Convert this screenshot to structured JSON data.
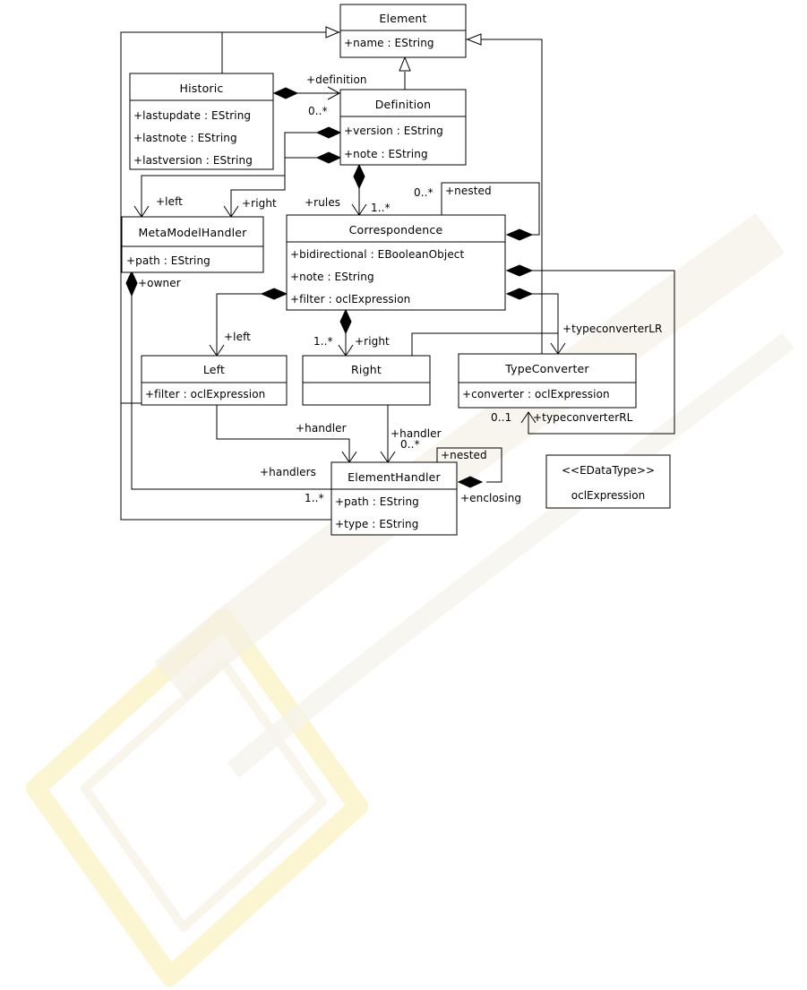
{
  "classes": {
    "element": {
      "name": "Element",
      "attrs": [
        "+name : EString"
      ]
    },
    "historic": {
      "name": "Historic",
      "attrs": [
        "+lastupdate : EString",
        "+lastnote : EString",
        "+lastversion : EString"
      ]
    },
    "definition": {
      "name": "Definition",
      "attrs": [
        "+version : EString",
        "+note : EString"
      ]
    },
    "metamodelhandler": {
      "name": "MetaModelHandler",
      "attrs": [
        "+path : EString"
      ]
    },
    "correspondence": {
      "name": "Correspondence",
      "attrs": [
        "+bidirectional : EBooleanObject",
        "+note : EString",
        "+filter : oclExpression"
      ]
    },
    "left": {
      "name": "Left",
      "attrs": [
        "+filter : oclExpression"
      ]
    },
    "right": {
      "name": "Right",
      "attrs": []
    },
    "typeconverter": {
      "name": "TypeConverter",
      "attrs": [
        "+converter : oclExpression"
      ]
    },
    "elementhandler": {
      "name": "ElementHandler",
      "attrs": [
        "+path : EString",
        "+type : EString"
      ]
    },
    "ocl": {
      "stereotype": "<<EDataType>>",
      "name": "oclExpression"
    }
  },
  "roles": {
    "definition": "+definition",
    "definition_mult": "0..*",
    "mm_left": "+left",
    "mm_right": "+right",
    "rules": "+rules",
    "rules_mult": "1..*",
    "corr_nested_mult": "0..*",
    "corr_nested": "+nested",
    "owner": "+owner",
    "left_role": "+left",
    "right_mult": "1..*",
    "right_role": "+right",
    "tc_lr": "+typeconverterLR",
    "tc_rl_mult": "0..1",
    "tc_rl": "+typeconverterRL",
    "handler_left": "+handler",
    "handler_right": "+handler",
    "handler_mult": "0..*",
    "eh_nested": "+nested",
    "handlers": "+handlers",
    "handlers_mult": "1..*",
    "enclosing": "+enclosing"
  },
  "colors": {
    "line": "#000000",
    "background": "#ffffff",
    "watermark": "#f0eee0",
    "watermark_accent": "#fbf3cc"
  }
}
